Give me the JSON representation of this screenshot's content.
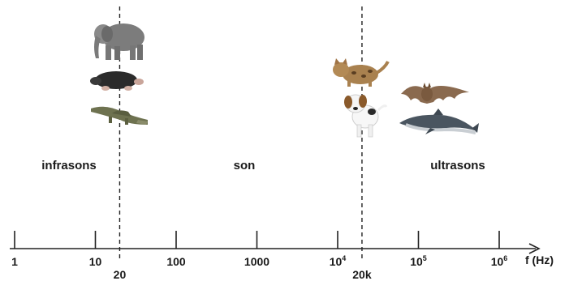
{
  "axis": {
    "unit_label": "f (Hz)",
    "scale": "log10",
    "ticks": [
      {
        "value": 1,
        "base": "1",
        "exp": ""
      },
      {
        "value": 10,
        "base": "10",
        "exp": ""
      },
      {
        "value": 100,
        "base": "100",
        "exp": ""
      },
      {
        "value": 1000,
        "base": "1000",
        "exp": ""
      },
      {
        "value": 10000,
        "base": "10",
        "exp": "4"
      },
      {
        "value": 100000,
        "base": "10",
        "exp": "5"
      },
      {
        "value": 1000000,
        "base": "10",
        "exp": "6"
      }
    ]
  },
  "thresholds": [
    {
      "value": 20,
      "label": "20"
    },
    {
      "value": 20000,
      "label": "20k"
    }
  ],
  "regions": {
    "infrasound": "infrasons",
    "audible": "son",
    "ultrasound": "ultrasons"
  },
  "animals": [
    {
      "name": "elephant",
      "icon": "elephant-icon",
      "color": "#7a7a7a"
    },
    {
      "name": "mole",
      "icon": "mole-icon",
      "color": "#2b2b2b"
    },
    {
      "name": "crocodile",
      "icon": "crocodile-icon",
      "color": "#6e7250"
    },
    {
      "name": "cat",
      "icon": "cat-icon",
      "color": "#a9814f"
    },
    {
      "name": "dog",
      "icon": "dog-icon",
      "color": "#ffffff"
    },
    {
      "name": "bat",
      "icon": "bat-icon",
      "color": "#8a6a4f"
    },
    {
      "name": "dolphin",
      "icon": "dolphin-icon",
      "color": "#4a5560"
    }
  ]
}
